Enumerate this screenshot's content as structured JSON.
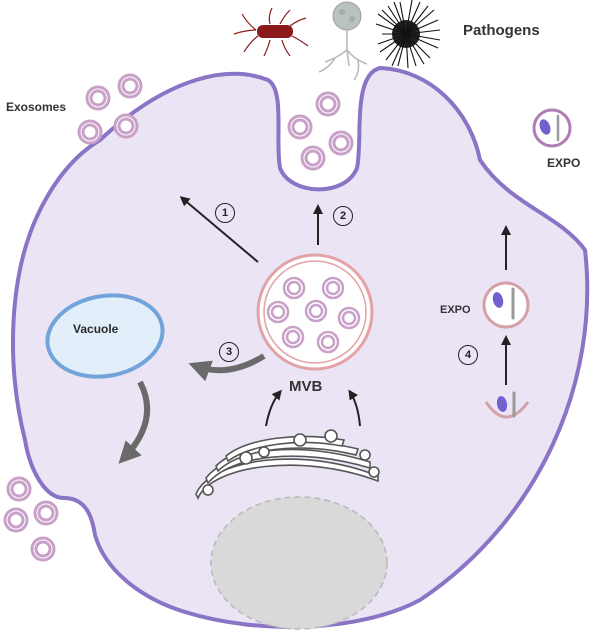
{
  "labels": {
    "pathogens": "Pathogens",
    "exosomes": "Exosomes",
    "expo_top": "EXPO",
    "expo_mid": "EXPO",
    "vacuole": "Vacuole",
    "mvb": "MVB"
  },
  "pathways": [
    "1",
    "2",
    "3",
    "4"
  ],
  "colors": {
    "cell_fill": "#ebe4f5",
    "cell_membrane": "#8a74c5",
    "vesicle": "#c9a0c8",
    "mvb_outer": "#e3a2a6",
    "vacuole_border": "#72a4d9",
    "vacuole_fill": "#e3eefb",
    "nucleus": "#d9d9d9",
    "arrow": "#666666"
  }
}
